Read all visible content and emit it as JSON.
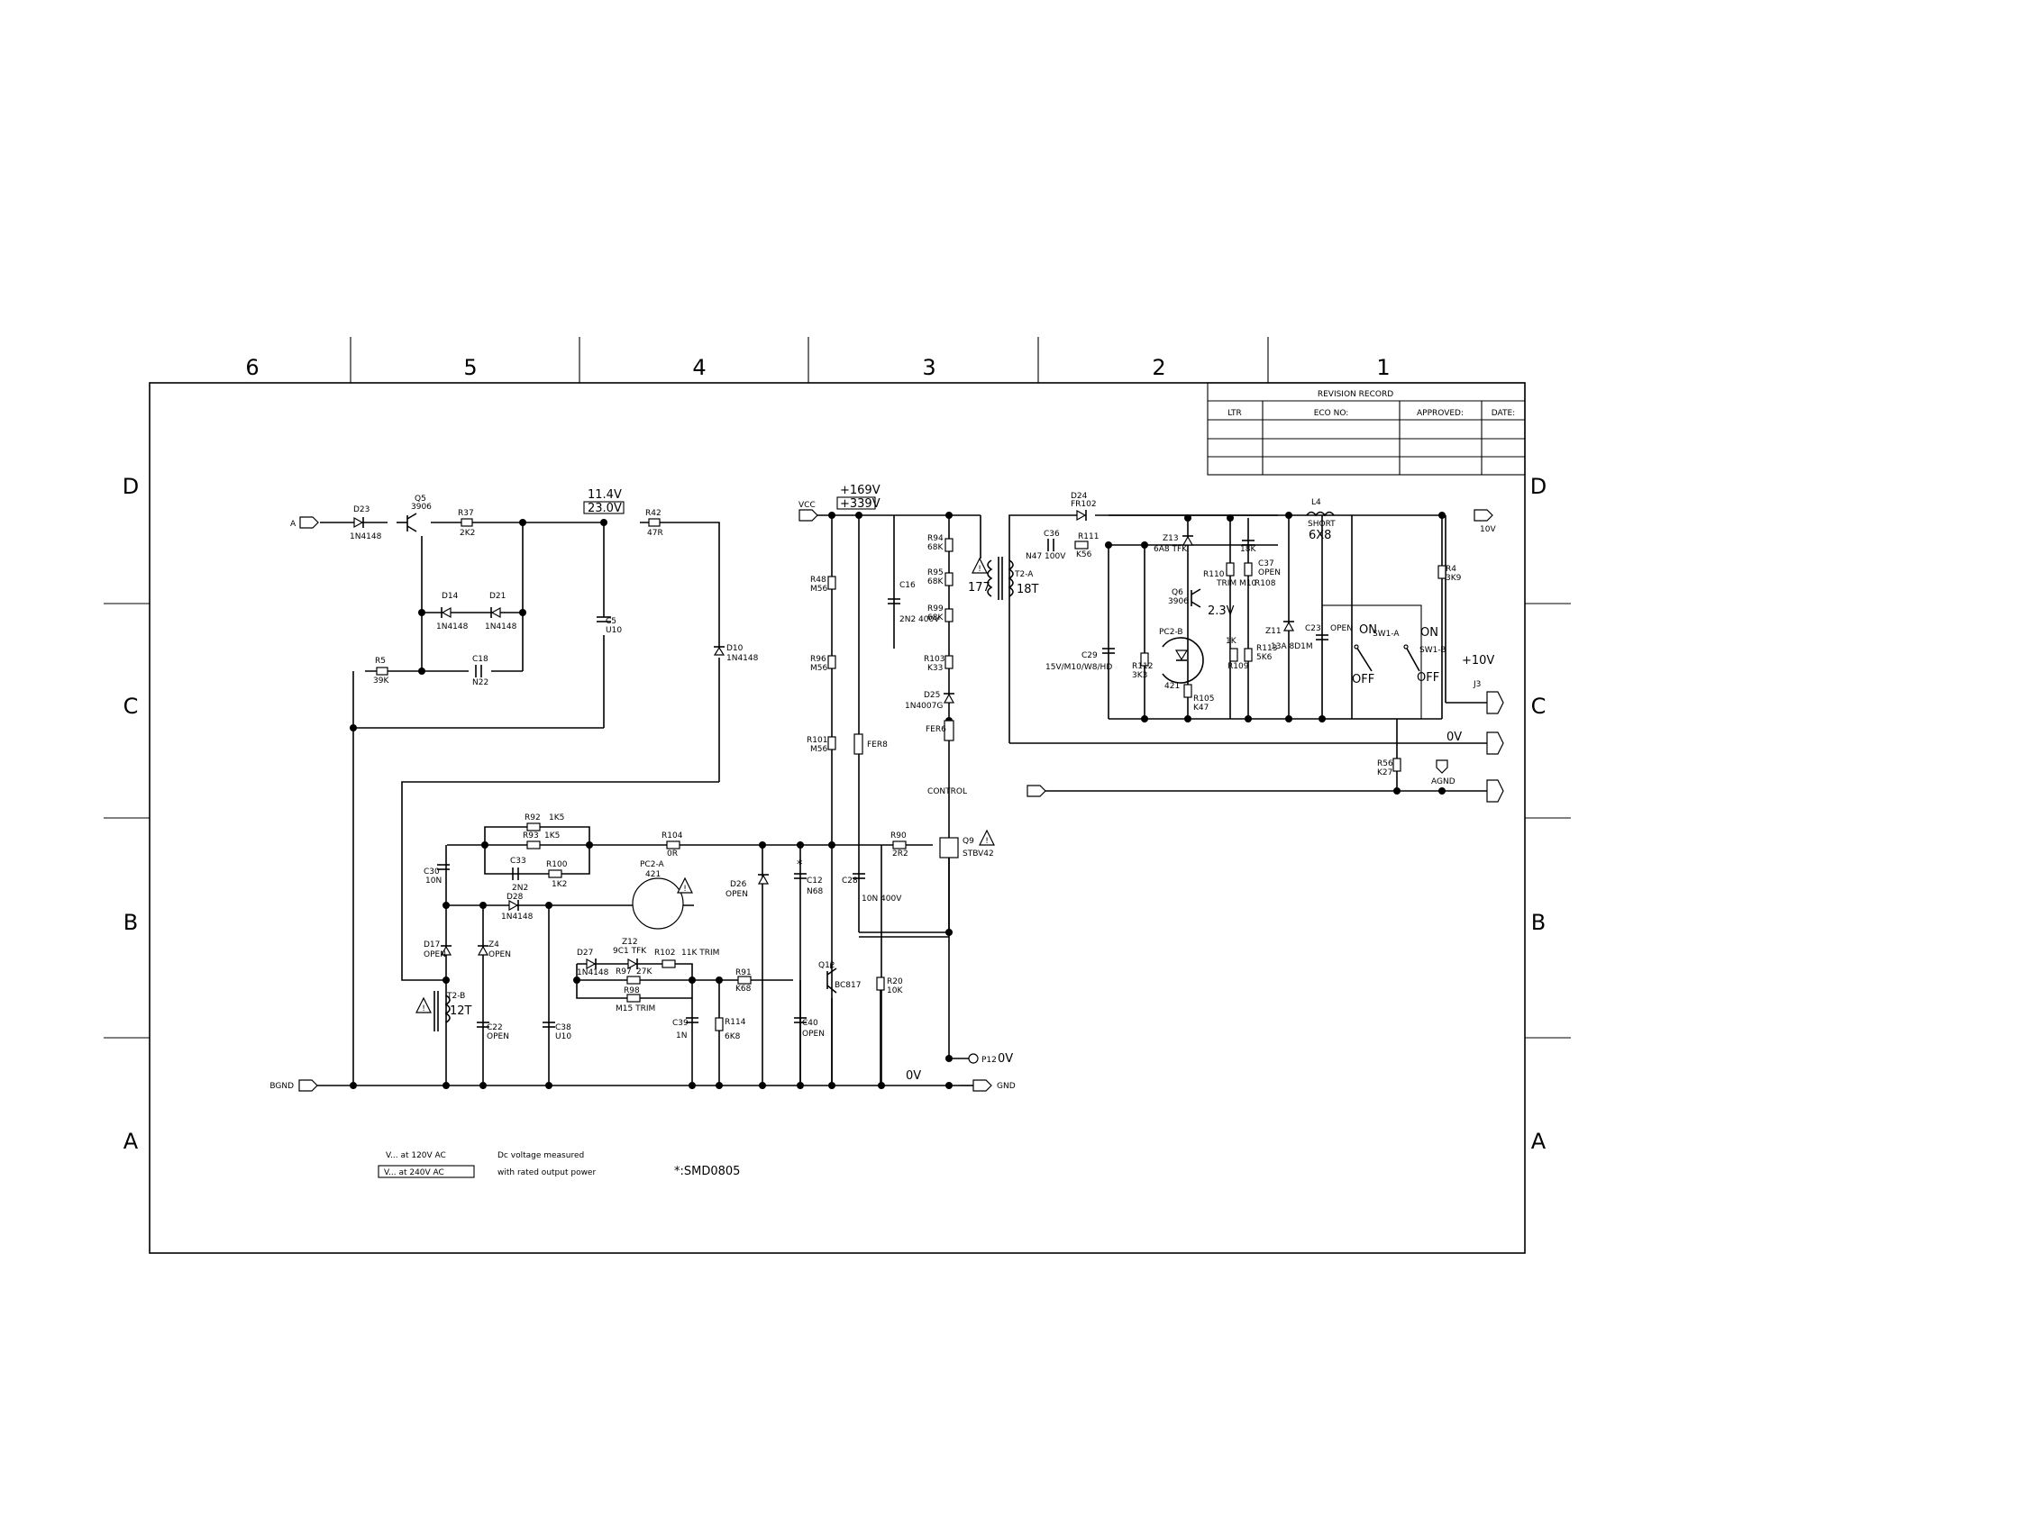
{
  "zones": {
    "columns": [
      "6",
      "5",
      "4",
      "3",
      "2",
      "1"
    ],
    "rows": [
      "D",
      "C",
      "B",
      "A"
    ]
  },
  "revision": {
    "title": "REVISION RECORD",
    "headers": [
      "LTR",
      "ECO NO:",
      "APPROVED:",
      "DATE:"
    ]
  },
  "ports": {
    "a": "A",
    "vcc": "VCC",
    "bgnd": "BGND",
    "gnd": "GND",
    "control": "CONTROL",
    "p12": "P12",
    "v10": "10V",
    "agnd": "AGND",
    "j3": "J3"
  },
  "voltages": {
    "v11_4": "11.4V",
    "v23_0": "23.0V",
    "v169": "+169V",
    "v339": "+339V",
    "v2_3": "2.3V",
    "v10p": "+10V",
    "v0": "0V"
  },
  "labels": {
    "d23": "D23",
    "d23v": "1N4148",
    "q5": "Q5",
    "q5v": "3906",
    "r37": "R37",
    "r37v": "2K2",
    "d14": "D14",
    "d14v": "1N4148",
    "d21": "D21",
    "d21v": "1N4148",
    "c5": "C5",
    "c5v": "U10",
    "r42": "R42",
    "r42v": "47R",
    "d10": "D10",
    "d10v": "1N4148",
    "r5": "R5",
    "r5v": "39K",
    "c18": "C18",
    "c18v": "N22",
    "r48": "R48",
    "r48v": "M56",
    "r96": "R96",
    "r96v": "M56",
    "r101": "R101",
    "r101v": "M56",
    "r94": "R94",
    "r94v": "68K",
    "r95": "R95",
    "r95v": "68K",
    "r99": "R99",
    "r99v": "68K",
    "c16": "C16",
    "c16v": "2N2 400V",
    "r103": "R103",
    "r103v": "K33",
    "d25": "D25",
    "d25v": "1N4007G",
    "fer6": "FER6",
    "fer8": "FER8",
    "t2a": "T2-A",
    "t2a_turns1": "177",
    "t2a_turns2": "18T",
    "d24": "D24",
    "d24v": "FR102",
    "c36": "C36",
    "c36v": "N47 100V",
    "r111": "R111",
    "r111v": "K56",
    "z13": "Z13",
    "z13v": "6A8 TFK",
    "r110": "R110",
    "r110v": "TRIM M10",
    "r108": "R108",
    "r108v": "18K",
    "c37": "C37",
    "c37v": "OPEN",
    "q6": "Q6",
    "q6v": "3906",
    "c29": "C29",
    "c29v": "15V/M10/W8/HD",
    "pc2b": "PC2-B",
    "pc2bv": "421",
    "r112": "R112",
    "r112v": "3K3",
    "r109": "R109",
    "r109v": "1K",
    "r113": "R113",
    "r113v": "5K6",
    "r105": "R105",
    "r105v": "K47",
    "l4": "L4",
    "l4v": "SHORT",
    "l4s": "6X8",
    "z11": "Z11",
    "z11v": "13A 8D1M",
    "c23": "C23",
    "c23v": "OPEN",
    "sw1a": "SW1-A",
    "sw1b": "SW1-B",
    "on": "ON",
    "off": "OFF",
    "r4": "R4",
    "r4v": "3K9",
    "r56": "R56",
    "r56v": "K27",
    "r92": "R92",
    "r92v": "1K5",
    "r93": "R93",
    "r93v": "1K5",
    "c33": "C33",
    "c33v": "2N2",
    "r100": "R100",
    "r100v": "1K2",
    "r104": "R104",
    "r104v": "0R",
    "r90": "R90",
    "r90v": "2R2",
    "q9": "Q9",
    "q9v": "STBV42",
    "c30": "C30",
    "c30v": "10N",
    "d28": "D28",
    "d28v": "1N4148",
    "pc2a": "PC2-A",
    "pc2av": "421",
    "d26": "D26",
    "d26v": "OPEN",
    "c12": "C12",
    "c12v": "N68",
    "c28": "C28",
    "c28v": "10N 400V",
    "d17": "D17",
    "d17v": "OPEN",
    "z4": "Z4",
    "z4v": "OPEN",
    "d27": "D27",
    "d27v": "1N4148",
    "z12": "Z12",
    "z12v": "9C1 TFK",
    "r102": "R102",
    "r102v": "11K TRIM",
    "r97": "R97",
    "r97v": "27K",
    "r98": "R98",
    "r98v": "M15 TRIM",
    "r91": "R91",
    "r91v": "K68",
    "q12": "Q12",
    "q12v": "BC817",
    "r20": "R20",
    "r20v": "10K",
    "t2b": "T2-B",
    "t2bv": "12T",
    "c22": "C22",
    "c22v": "OPEN",
    "c38": "C38",
    "c38v": "U10",
    "c39": "C39",
    "c39v": "1N",
    "r114": "R114",
    "r114v": "6K8",
    "c40": "C40",
    "c40v": "OPEN",
    "star": "*"
  },
  "notes": {
    "n1": "V... at 120V AC",
    "n2": "V... at 240V AC",
    "n3": "Dc voltage measured",
    "n4": "with rated output power",
    "smd": "*:SMD0805"
  }
}
